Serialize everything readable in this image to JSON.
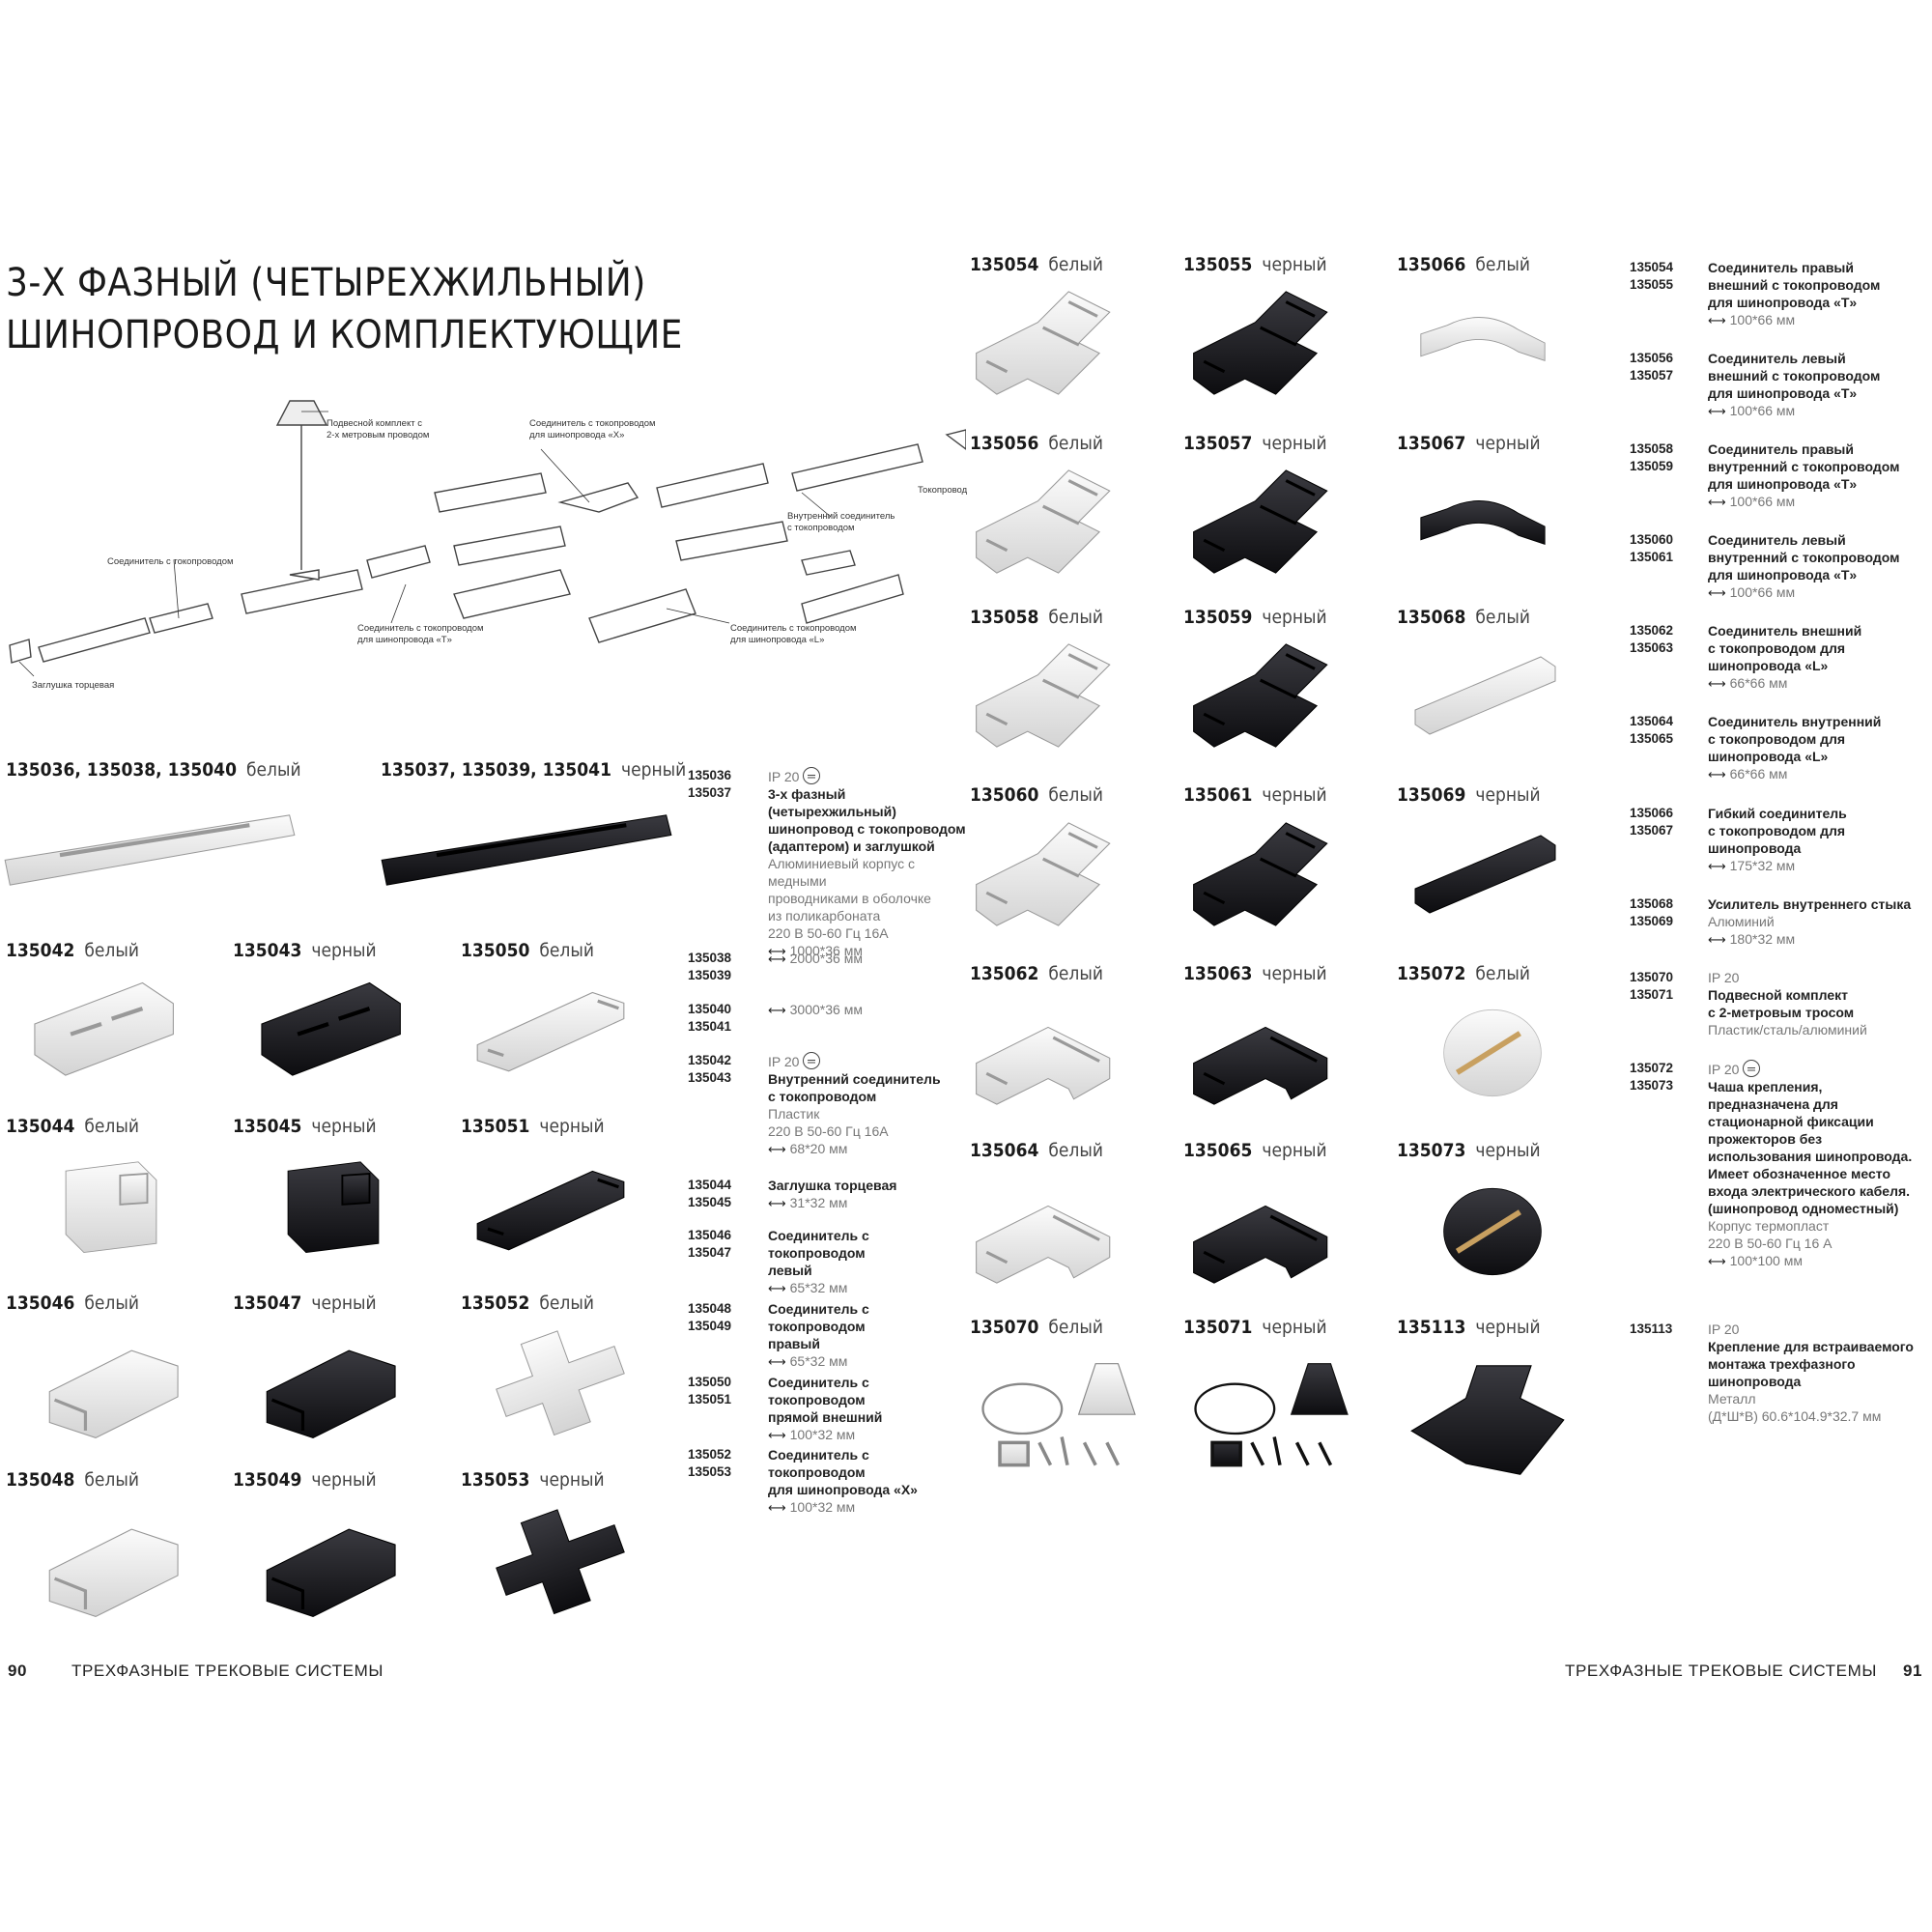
{
  "title": {
    "line1": "3-Х ФАЗНЫЙ (ЧЕТЫРЕХЖИЛЬНЫЙ)",
    "line2": "ШИНОПРОВОД И КОМПЛЕКТУЮЩИЕ"
  },
  "diagram": {
    "labels": {
      "suspension": "Подвесной комплект с\n2-х метровым проводом",
      "x_connector": "Соединитель с токопроводом\nдля шинопровода «X»",
      "connector": "Соединитель с токопроводом",
      "inner_connector": "Внутренний соединитель\nс токопроводом",
      "feed": "Токопровод",
      "t_connector": "Соединитель с токопроводом\nдля шинопровода «T»",
      "l_connector": "Соединитель с токопроводом\nдля шинопровода «L»",
      "end_cap": "Заглушка торцевая"
    }
  },
  "left_products": [
    {
      "code": "135036, 135038, 135040",
      "color": "белый"
    },
    {
      "code": "135037, 135039, 135041",
      "color": "черный"
    },
    {
      "code": "135042",
      "color": "белый"
    },
    {
      "code": "135043",
      "color": "черный"
    },
    {
      "code": "135050",
      "color": "белый"
    },
    {
      "code": "135044",
      "color": "белый"
    },
    {
      "code": "135045",
      "color": "черный"
    },
    {
      "code": "135051",
      "color": "черный"
    },
    {
      "code": "135046",
      "color": "белый"
    },
    {
      "code": "135047",
      "color": "черный"
    },
    {
      "code": "135052",
      "color": "белый"
    },
    {
      "code": "135048",
      "color": "белый"
    },
    {
      "code": "135049",
      "color": "черный"
    },
    {
      "code": "135053",
      "color": "черный"
    }
  ],
  "right_products": [
    {
      "code": "135054",
      "color": "белый"
    },
    {
      "code": "135055",
      "color": "черный"
    },
    {
      "code": "135066",
      "color": "белый"
    },
    {
      "code": "135056",
      "color": "белый"
    },
    {
      "code": "135057",
      "color": "черный"
    },
    {
      "code": "135067",
      "color": "черный"
    },
    {
      "code": "135058",
      "color": "белый"
    },
    {
      "code": "135059",
      "color": "черный"
    },
    {
      "code": "135068",
      "color": "белый"
    },
    {
      "code": "135060",
      "color": "белый"
    },
    {
      "code": "135061",
      "color": "черный"
    },
    {
      "code": "135069",
      "color": "черный"
    },
    {
      "code": "135062",
      "color": "белый"
    },
    {
      "code": "135063",
      "color": "черный"
    },
    {
      "code": "135072",
      "color": "белый"
    },
    {
      "code": "135064",
      "color": "белый"
    },
    {
      "code": "135065",
      "color": "черный"
    },
    {
      "code": "135073",
      "color": "черный"
    },
    {
      "code": "135070",
      "color": "белый"
    },
    {
      "code": "135071",
      "color": "черный"
    },
    {
      "code": "135113",
      "color": "черный"
    }
  ],
  "left_specs": [
    {
      "codes": "135036\n135037",
      "ip": "IP 20",
      "name": "3-х фазный (четырехжильный)\nшинопровод с токопроводом\n(адаптером) и заглушкой",
      "lines": [
        "Алюминиевый корпус с медными",
        "проводниками в оболочке",
        "из поликарбоната",
        "220 В    50-60 Гц    16А"
      ],
      "dim": "1000*36 мм"
    },
    {
      "codes": "135038\n135039",
      "dim": "2000*36 мм"
    },
    {
      "codes": "135040\n135041",
      "dim": "3000*36 мм"
    },
    {
      "codes": "135042\n135043",
      "ip": "IP 20",
      "name": "Внутренний соединитель\nс токопроводом",
      "lines": [
        "Пластик",
        "220 В    50-60 Гц    16А"
      ],
      "dim": "68*20 мм"
    },
    {
      "codes": "135044\n135045",
      "name": "Заглушка торцевая",
      "dim": "31*32 мм"
    },
    {
      "codes": "135046\n135047",
      "name": "Соединитель с токопроводом\nлевый",
      "dim": "65*32 мм"
    },
    {
      "codes": "135048\n135049",
      "name": "Соединитель с токопроводом\nправый",
      "dim": "65*32 мм"
    },
    {
      "codes": "135050\n135051",
      "name": "Соединитель с токопроводом\nпрямой внешний",
      "dim": "100*32 мм"
    },
    {
      "codes": "135052\n135053",
      "name": "Соединитель с токопроводом\nдля шинопровода «X»",
      "dim": "100*32 мм"
    }
  ],
  "right_specs": [
    {
      "codes": "135054\n135055",
      "name": "Соединитель правый\nвнешний с токопроводом\nдля шинопровода «T»",
      "dim": "100*66 мм"
    },
    {
      "codes": "135056\n135057",
      "name": "Соединитель левый\nвнешний с токопроводом\nдля шинопровода «T»",
      "dim": "100*66 мм"
    },
    {
      "codes": "135058\n135059",
      "name": "Соединитель правый\nвнутренний с токопроводом\nдля шинопровода «T»",
      "dim": "100*66 мм"
    },
    {
      "codes": "135060\n135061",
      "name": "Соединитель левый\nвнутренний с токопроводом\nдля шинопровода «T»",
      "dim": "100*66 мм"
    },
    {
      "codes": "135062\n135063",
      "name": "Соединитель внешний\nс токопроводом для\nшинопровода  «L»",
      "dim": "66*66 мм"
    },
    {
      "codes": "135064\n135065",
      "name": "Соединитель внутренний\nс токопроводом для\nшинопровода  «L»",
      "dim": "66*66 мм"
    },
    {
      "codes": "135066\n135067",
      "name": "Гибкий соединитель\nс токопроводом для\nшинопровода",
      "dim": "175*32 мм"
    },
    {
      "codes": "135068\n135069",
      "name": "Усилитель внутреннего стыка",
      "lines": [
        "Алюминий"
      ],
      "dim": "180*32 мм"
    },
    {
      "codes": "135070\n135071",
      "ip": "IP 20",
      "name": "Подвесной комплект\nс 2-метровым тросом",
      "lines": [
        "Пластик/сталь/алюминий"
      ]
    },
    {
      "codes": "135072\n135073",
      "ip": "IP 20",
      "name": "Чаша крепления,\nпредназначена для\nстационарной фиксации\nпрожекторов без\nиспользования шинопровода.\nИмеет обозначенное место\nвхода электрического кабеля.\n(шинопровод одноместный)",
      "lines": [
        "Корпус термопласт",
        "220 В    50-60 Гц    16 А"
      ],
      "dim": "100*100 мм"
    },
    {
      "codes": "135113",
      "ip": "IP 20",
      "name": "Крепление для встраиваемого\nмонтажа трехфазного\nшинопровода",
      "lines": [
        "Металл",
        "(Д*Ш*В) 60.6*104.9*32.7 мм"
      ]
    }
  ],
  "footer": {
    "left_page": "90",
    "left_text": "ТРЕХФАЗНЫЕ ТРЕКОВЫЕ СИСТЕМЫ",
    "right_text": "ТРЕХФАЗНЫЕ ТРЕКОВЫЕ СИСТЕМЫ",
    "right_page": "91"
  },
  "colors": {
    "white_part": "#f2f2f2",
    "white_edge": "#b8b8b8",
    "black_part": "#1e1e22",
    "black_edge": "#000000"
  }
}
